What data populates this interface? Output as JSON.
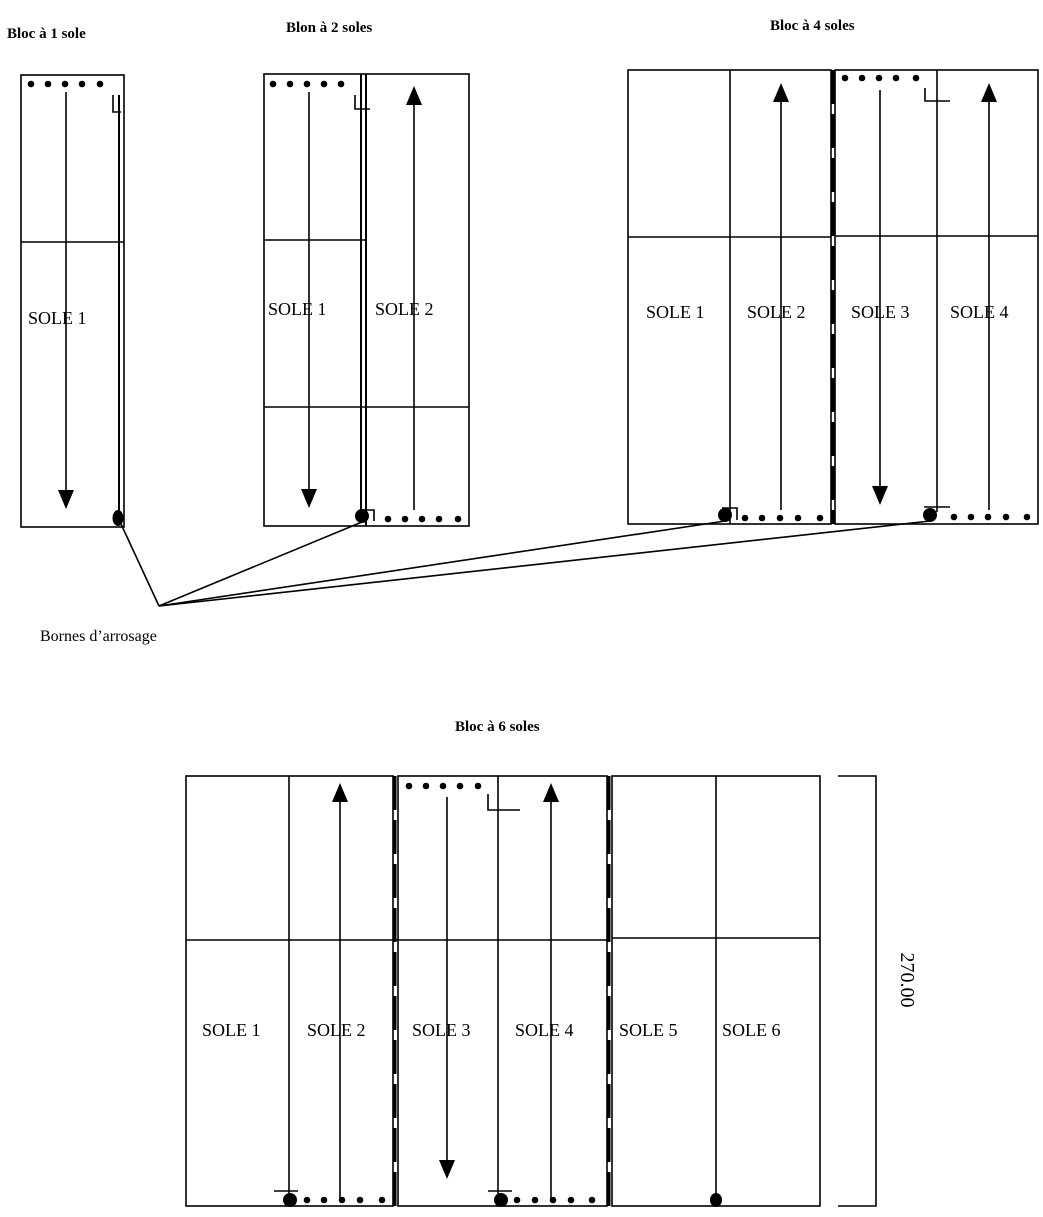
{
  "titles": {
    "bloc1": "Bloc à 1 sole",
    "bloc2": "Blon à 2 soles",
    "bloc4": "Bloc à 4 soles",
    "bloc6": "Bloc à 6 soles"
  },
  "soles": {
    "s1": "SOLE 1",
    "s2": "SOLE 2",
    "s3": "SOLE 3",
    "s4": "SOLE 4",
    "s5": "SOLE 5",
    "s6": "SOLE 6"
  },
  "caption": "Bornes d’arrosage",
  "dimension": "270.00"
}
